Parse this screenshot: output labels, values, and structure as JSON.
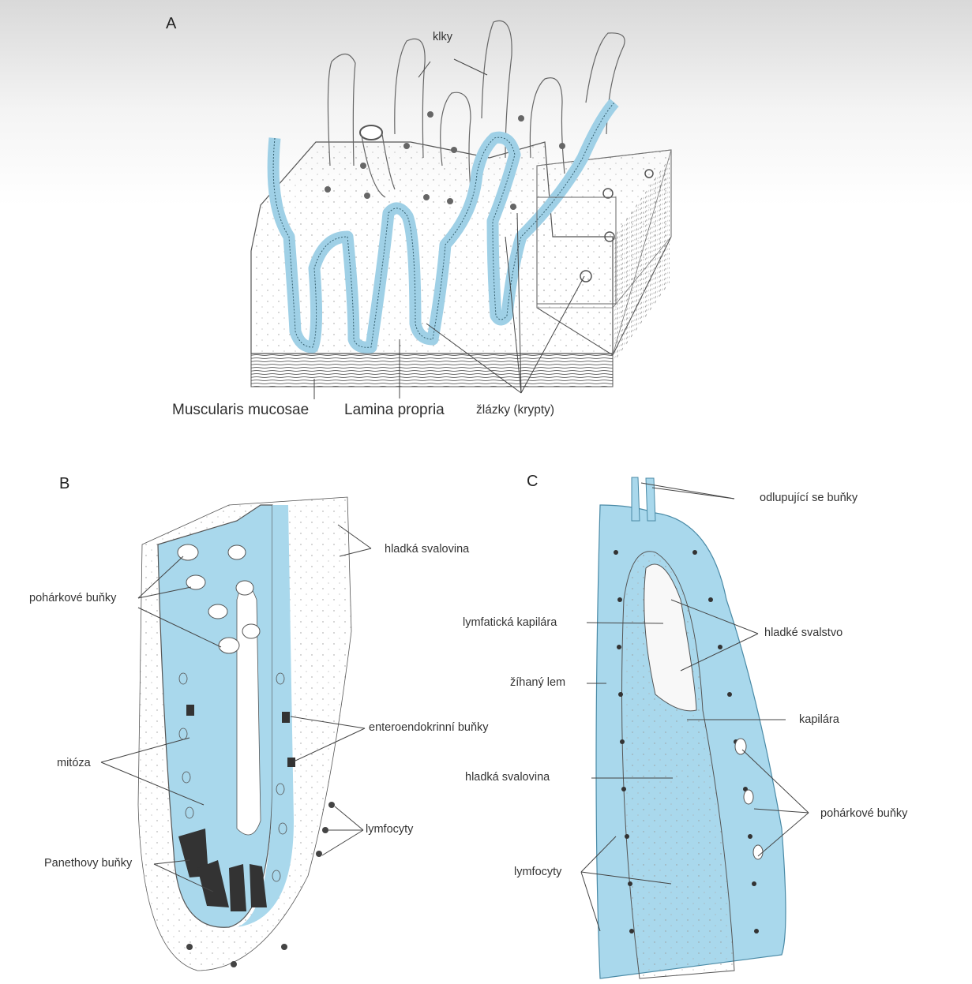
{
  "panels": {
    "a": {
      "letter": "A",
      "labels": {
        "villi": "klky",
        "muscularis": "Muscularis mucosae",
        "lamina": "Lamina propria",
        "glands": "žlázky  (krypty)"
      }
    },
    "b": {
      "letter": "B",
      "labels": {
        "smooth_muscle": "hladká svalovina",
        "goblet": "pohárkové buňky",
        "entero": "enteroendokrinní buňky",
        "mitosis": "mitóza",
        "lymphocytes": "lymfocyty",
        "paneth": "Panethovy buňky"
      }
    },
    "c": {
      "letter": "C",
      "labels": {
        "shedding": "odlupující se buňky",
        "lymph_cap": "lymfatická kapilára",
        "smooth_muscle2": "hladké svalstvo",
        "brush": "žíhaný lem",
        "capillary": "kapilára",
        "smooth_muscle": "hladká svalovina",
        "goblet": "pohárkové buňky",
        "lymphocytes": "lymfocyty"
      }
    }
  },
  "colors": {
    "epithelium": "#a9d8ec",
    "ink": "#333333",
    "cell_dark": "#2f2f2f",
    "muscle": "#777777"
  }
}
